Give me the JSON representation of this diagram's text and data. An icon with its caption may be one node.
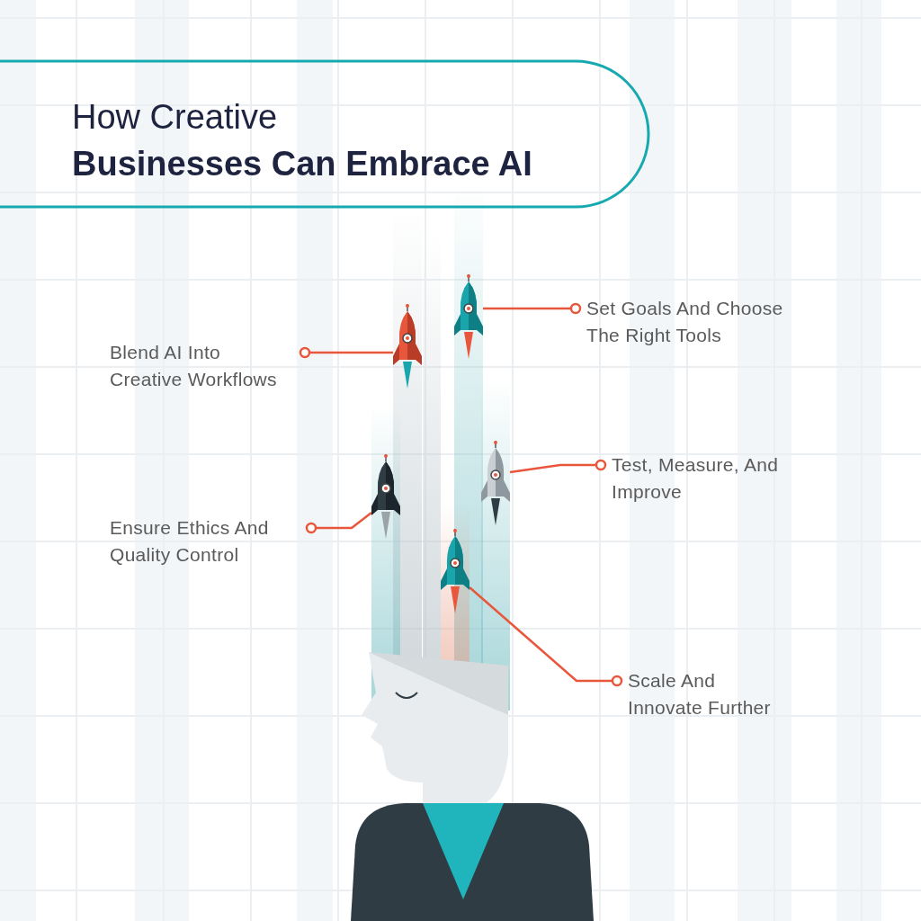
{
  "diagram": {
    "title": "How Creative **Businesses Can Embrace AI**",
    "nodes": [
      {
        "text": [
          "Blend AI Into Creative Workflows"
        ]
      },
      {
        "text": [
          "Set Goals And Choose The Right Tools"
        ]
      },
      {
        "text": [
          "Test, Measure, And Improve"
        ]
      },
      {
        "text": [
          "Ensure Ethics And Quality Control"
        ]
      },
      {
        "text": [
          "Scale And Innovate Further"
        ]
      },
      {
        "text": [],
        "shape": "picture"
      },
      {
        "text": [],
        "shape": "picture"
      },
      {
        "text": [],
        "shape": "picture"
      },
      {
        "text": [],
        "shape": "picture"
      },
      {
        "text": [],
        "shape": "picture"
      }
    ],
    "edges": [
      {
        "from": 0,
        "to": 6,
        "arrow": "other"
      },
      {
        "from": 1,
        "to": 5,
        "arrow": "other"
      },
      {
        "from": 2,
        "to": 7,
        "arrow": "other"
      },
      {
        "from": 3,
        "to": 8,
        "arrow": "other"
      },
      {
        "from": 4,
        "to": 9,
        "arrow": "other"
      }
    ]
  }
}
